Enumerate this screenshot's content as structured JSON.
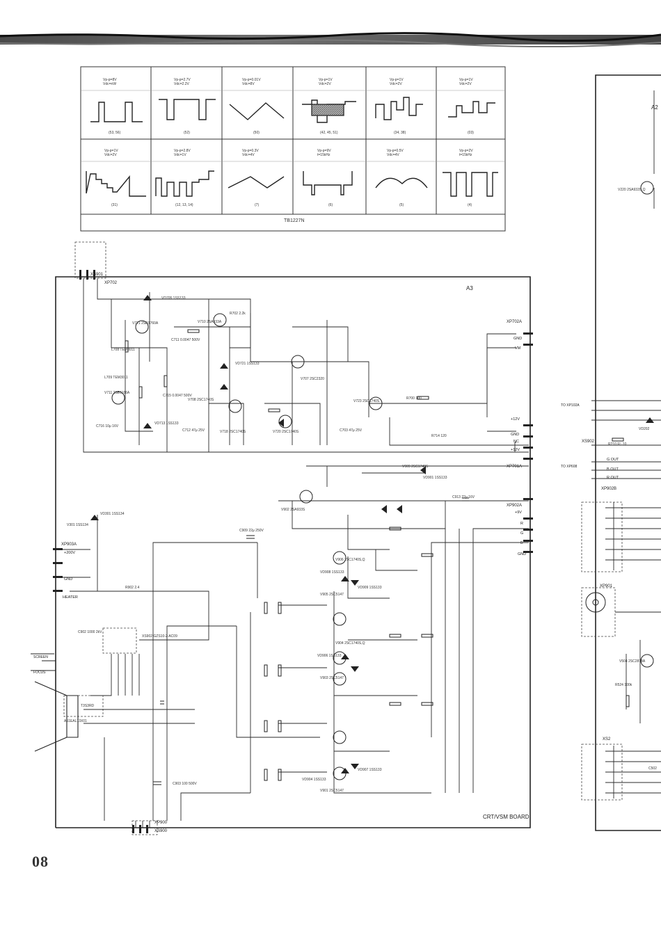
{
  "page_number": "08",
  "waveform_table": {
    "model": "TB1227N",
    "rows": [
      [
        {
          "label": "(03)",
          "meta": [
            "Vp-p=1V",
            "Vdc=2V"
          ]
        },
        {
          "label": "(34, 38)",
          "meta": [
            "Vp-p=1V",
            "Vdc=2V"
          ]
        },
        {
          "label": "(42, 45, 51)",
          "meta": [
            "Vp-p=1V",
            "Vdc=2V"
          ]
        },
        {
          "label": "(50)",
          "meta": [
            "Vp-p=0.01V",
            "Vdc=8V"
          ]
        },
        {
          "label": "(52)",
          "meta": [
            "Vp-p=2.7V",
            "Vdc=2.2V"
          ]
        },
        {
          "label": "(53, 56)",
          "meta": [
            "Vp-p=8V",
            "Vdc=nW"
          ]
        }
      ],
      [
        {
          "label": "(4)",
          "meta": [
            "Vp-p=2V",
            "t=15kHz"
          ]
        },
        {
          "label": "(5)",
          "meta": [
            "Vp-p=0.5V",
            "Vdc=4V"
          ]
        },
        {
          "label": "(6)",
          "meta": [
            "Vp-p=9V",
            "t=15kHz"
          ]
        },
        {
          "label": "(7)",
          "meta": [
            "Vp-p=0.3V",
            "Vdc=4V"
          ]
        },
        {
          "label": "(12, 13, 14)",
          "meta": [
            "Vp-p=2.8V",
            "Vdc=1V"
          ]
        },
        {
          "label": "(31)",
          "meta": [
            "Vp-p=1V",
            "Vdc=2V"
          ]
        }
      ]
    ]
  },
  "board": {
    "left_name": "A3",
    "left_footer": "CRT/VSM BOARD",
    "right_name": "A2"
  },
  "connectors": {
    "xp702": "XP702",
    "xp702a": "XP702A",
    "xp701a": "XP701A",
    "xp902a": "XP902A",
    "xp903a": "XP903A",
    "xp900": "XP900",
    "xs900": "XS900",
    "xs901": "XS901",
    "xp902b": "XP902B",
    "xs902": "XS902",
    "xp901": "XP901",
    "xs2": "XS2",
    "to_xp102a": "TO XP102A",
    "to_xp608": "TO XP608"
  },
  "pins": {
    "gnd": "GND",
    "vm": "VM",
    "p12v": "+12V",
    "nc": "NC",
    "p12v_b": "+12V",
    "p9v": "+9V",
    "r": "R",
    "g": "G",
    "b": "B",
    "gnd2": "GND",
    "p200v": "+200V",
    "heater": "HEATER",
    "gnd3": "GND",
    "screen": "SCREEN",
    "focus": "FOCUS",
    "r_out": "R OUT",
    "g_out": "G OUT",
    "b_out": "B OUT"
  },
  "parts": {
    "vd705": "VD705 1SS133",
    "v710": "V710 2SA933A",
    "r702": "R702 2.2k",
    "v720": "V720 2SC1740S",
    "v718": "V718 2SC1740S",
    "v708": "V708 2SC1740S",
    "v723": "V723 2SC1740S",
    "v707": "V707 2SC2320",
    "vd721": "VD721 1SS133",
    "vd713": "VD713 1SS133",
    "v711": "V711 2SB1166A",
    "v721": "V721 2SD1760A",
    "l708": "L708 TEM3011",
    "l709": "L709 TEM3011",
    "c716": "C716 10μ 16V",
    "c712": "C712 47μ 25V",
    "c703": "C703 47μ 25V",
    "c711": "C711 0.0047 500V",
    "c715": "C715 0.0047 500V",
    "r714": "R714 120",
    "r700": "R700 100",
    "v902": "V902 2SA933S",
    "vd901": "VD901 1SS133",
    "v909": "V909 2SC1740S",
    "c913": "C913 22μ 16V",
    "c909": "C909 22μ 250V",
    "v906": "V906 2SC1740S,Q",
    "v905": "V905 2SC5147",
    "vd908": "VD908 1SS133",
    "vd909": "VD909 1SS133",
    "v904": "V904 2SC1740S,Q",
    "v903": "V903 2SC5147",
    "vd906": "VD906 1SS133",
    "v901": "V901 2SC5147",
    "vd904": "VD904 1SS133",
    "vd907": "VD907 1SS133",
    "xs902a": "XS902 GZS10-2-AC09",
    "c902": "C902 1000 2kV",
    "c903": "C903 100 500V",
    "vd301": "VD301 1SS134",
    "v301": "V301 1SS134",
    "r902": "R902 2.4",
    "crt": "A51EAL13X01",
    "sockets": "T3S3RD",
    "v220": "V220 2SA933S,Q",
    "vd202": "VD202",
    "r210": "R210 FL-10",
    "v504": "V504 2SC2878A",
    "r524": "R524 100k",
    "c502": "C502"
  }
}
